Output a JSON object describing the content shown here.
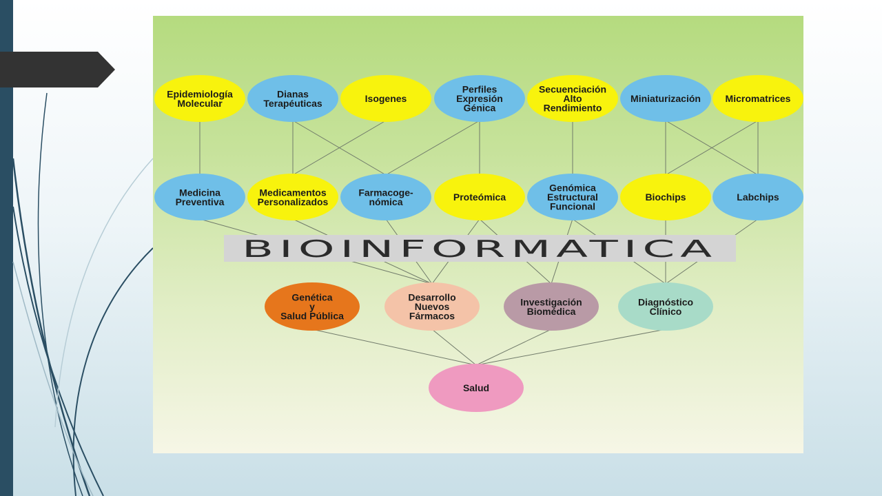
{
  "banner": "BIOINFORMATICA",
  "colors": {
    "yellow": "#f8f30d",
    "blue": "#6fbfe8",
    "orange": "#e6761c",
    "peach": "#f4c3a8",
    "mauve": "#b99aa6",
    "mint": "#a8dbc8",
    "pink": "#ef9ac0",
    "panel": "#c6e29a",
    "sidebar": "#2a4e63",
    "tag": "#333333"
  },
  "rows": {
    "top": [
      {
        "id": "epidemiologia",
        "lines": [
          "Epidemiología",
          "Molecular"
        ],
        "color": "yellow"
      },
      {
        "id": "dianas",
        "lines": [
          "Dianas",
          "Terapéuticas"
        ],
        "color": "blue"
      },
      {
        "id": "isogenes",
        "lines": [
          "Isogenes"
        ],
        "color": "yellow"
      },
      {
        "id": "perfiles",
        "lines": [
          "Perfiles",
          "Expresión",
          "Génica"
        ],
        "color": "blue"
      },
      {
        "id": "secuenciacion",
        "lines": [
          "Secuenciación",
          "Alto",
          "Rendimiento"
        ],
        "color": "yellow"
      },
      {
        "id": "miniaturizacion",
        "lines": [
          "Miniaturización"
        ],
        "color": "blue"
      },
      {
        "id": "micromatrices",
        "lines": [
          "Micromatrices"
        ],
        "color": "yellow"
      }
    ],
    "middle": [
      {
        "id": "medicina",
        "lines": [
          "Medicina",
          "Preventiva"
        ],
        "color": "blue"
      },
      {
        "id": "medicamentos",
        "lines": [
          "Medicamentos",
          "Personalizados"
        ],
        "color": "yellow"
      },
      {
        "id": "farmacogenomica",
        "lines": [
          "Farmacoge-",
          "nómica"
        ],
        "color": "blue"
      },
      {
        "id": "proteomica",
        "lines": [
          "Proteómica"
        ],
        "color": "yellow"
      },
      {
        "id": "genomica",
        "lines": [
          "Genómica",
          "Estructural",
          "Funcional"
        ],
        "color": "blue"
      },
      {
        "id": "biochips",
        "lines": [
          "Biochips"
        ],
        "color": "yellow"
      },
      {
        "id": "labchips",
        "lines": [
          "Labchips"
        ],
        "color": "blue"
      }
    ],
    "lower": [
      {
        "id": "genetica",
        "lines": [
          "Genética",
          "y",
          "Salud Pública"
        ],
        "color": "orange"
      },
      {
        "id": "desarrollo",
        "lines": [
          "Desarrollo",
          "Nuevos",
          "Fármacos"
        ],
        "color": "peach"
      },
      {
        "id": "investigacion",
        "lines": [
          "Investigación",
          "Biomédica"
        ],
        "color": "mauve"
      },
      {
        "id": "diagnostico",
        "lines": [
          "Diagnóstico",
          "Clínico"
        ],
        "color": "mint"
      }
    ],
    "bottom": [
      {
        "id": "salud",
        "lines": [
          "Salud"
        ],
        "color": "pink"
      }
    ]
  },
  "edges": [
    [
      "epidemiologia",
      "medicina"
    ],
    [
      "dianas",
      "medicamentos"
    ],
    [
      "dianas",
      "farmacogenomica"
    ],
    [
      "isogenes",
      "medicamentos"
    ],
    [
      "perfiles",
      "farmacogenomica"
    ],
    [
      "perfiles",
      "proteomica"
    ],
    [
      "secuenciacion",
      "genomica"
    ],
    [
      "miniaturizacion",
      "biochips"
    ],
    [
      "miniaturizacion",
      "labchips"
    ],
    [
      "micromatrices",
      "biochips"
    ],
    [
      "micromatrices",
      "labchips"
    ],
    [
      "medicina",
      "desarrollo"
    ],
    [
      "medicamentos",
      "desarrollo"
    ],
    [
      "farmacogenomica",
      "desarrollo"
    ],
    [
      "proteomica",
      "desarrollo"
    ],
    [
      "proteomica",
      "investigacion"
    ],
    [
      "genomica",
      "investigacion"
    ],
    [
      "genomica",
      "diagnostico"
    ],
    [
      "biochips",
      "diagnostico"
    ],
    [
      "labchips",
      "diagnostico"
    ],
    [
      "genetica",
      "salud"
    ],
    [
      "desarrollo",
      "salud"
    ],
    [
      "investigacion",
      "salud"
    ],
    [
      "diagnostico",
      "salud"
    ]
  ]
}
